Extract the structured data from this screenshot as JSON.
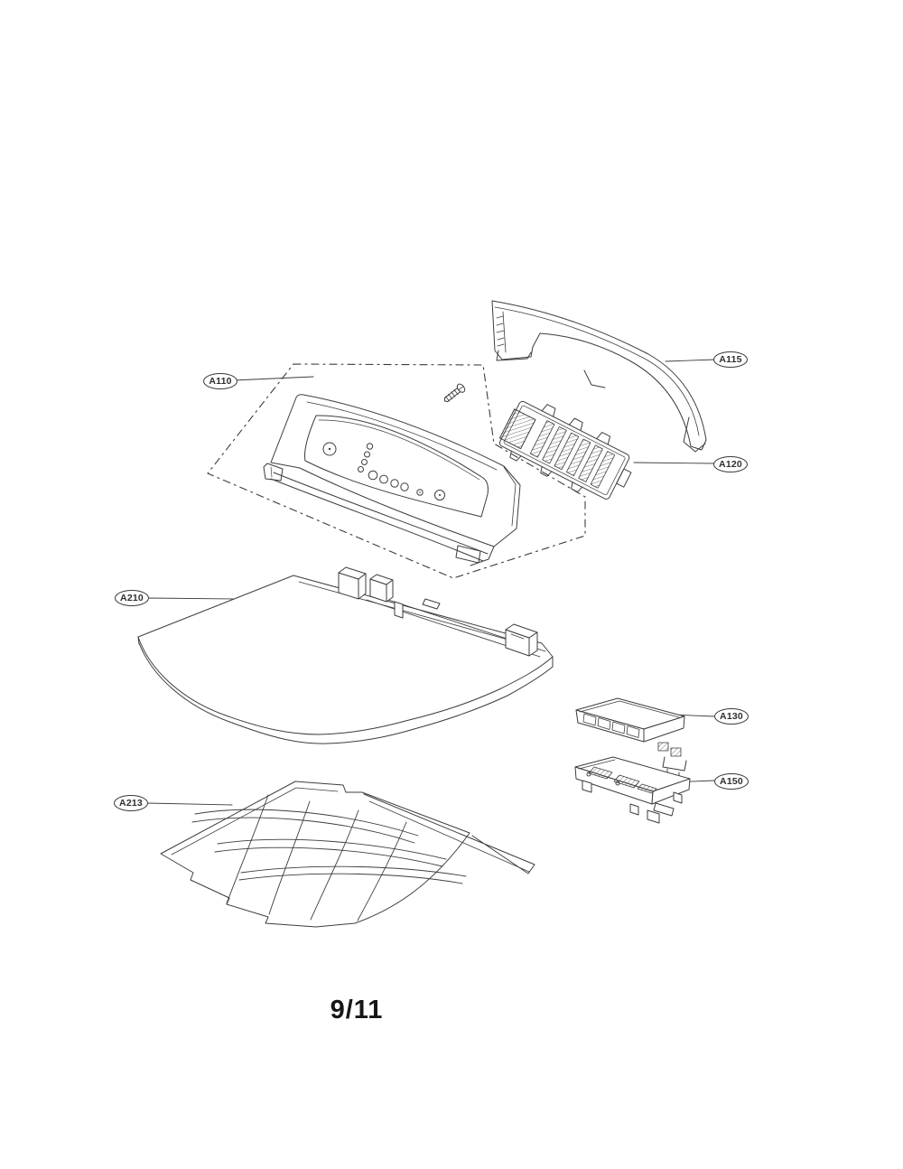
{
  "page": {
    "number": "9/11"
  },
  "diagram": {
    "background": "#ffffff",
    "line_color": "#3d3d3d",
    "callouts": [
      {
        "id": "A110",
        "text": "A110"
      },
      {
        "id": "A115",
        "text": "A115"
      },
      {
        "id": "A120",
        "text": "A120"
      },
      {
        "id": "A130",
        "text": "A130"
      },
      {
        "id": "A150",
        "text": "A150"
      },
      {
        "id": "A210",
        "text": "A210"
      },
      {
        "id": "A213",
        "text": "A213"
      }
    ]
  }
}
